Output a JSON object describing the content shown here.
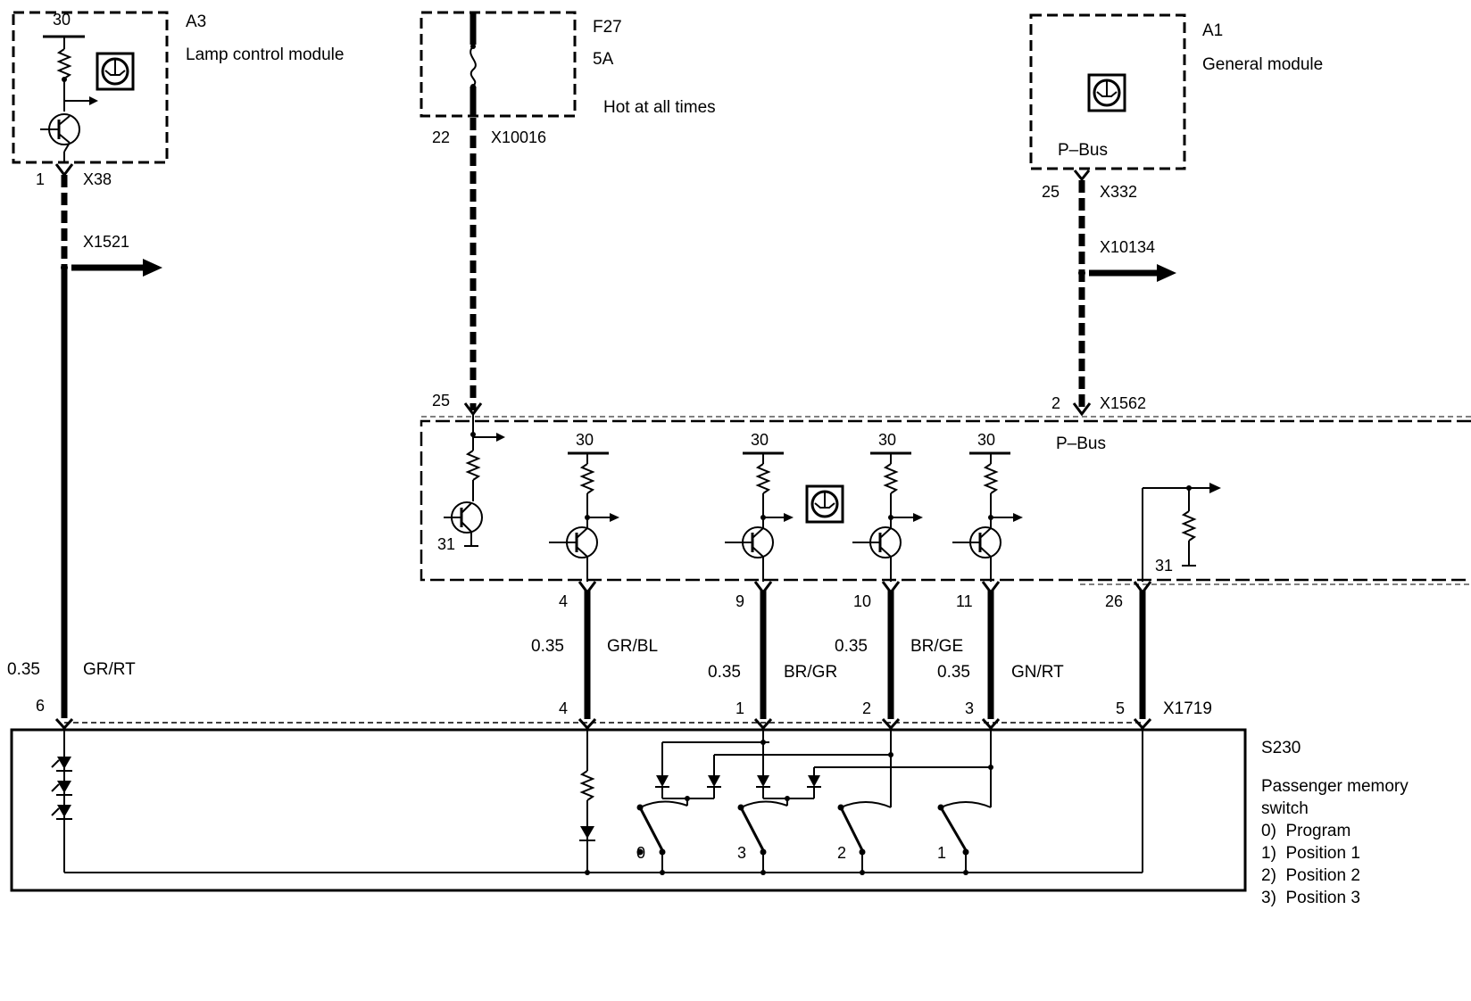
{
  "modules": {
    "a3": {
      "id": "A3",
      "name": "Lamp control module",
      "pin_30": "30",
      "pin_out": "1",
      "connector": "X38"
    },
    "f27": {
      "id": "F27",
      "rating": "5A",
      "note": "Hot at all times",
      "pin": "22",
      "connector": "X10016"
    },
    "a1": {
      "id": "A1",
      "name": "General module",
      "bus": "P–Bus",
      "pin": "25",
      "connector": "X332"
    },
    "main": {
      "pin_in": "25",
      "pin_bus": "2",
      "connector_bus": "X1562",
      "bus": "P–Bus",
      "pin_31a": "31",
      "pin_31b": "31",
      "supply": [
        "30",
        "30",
        "30",
        "30"
      ]
    },
    "s230": {
      "id": "S230",
      "name_line1": "Passenger memory",
      "name_line2": "switch",
      "positions": [
        "0)  Program",
        "1)  Position 1",
        "2)  Position 2",
        "3)  Position 3"
      ],
      "switch_nums": [
        "0",
        "3",
        "2",
        "1"
      ]
    }
  },
  "splices": {
    "x1521": "X1521",
    "x10134": "X10134"
  },
  "wires": [
    {
      "top_pin": "1",
      "bottom_pin": "6",
      "gauge": "0.35",
      "color": "GR/RT"
    },
    {
      "top_pin": "4",
      "bottom_pin": "4",
      "gauge": "0.35",
      "color": "GR/BL"
    },
    {
      "top_pin": "9",
      "bottom_pin": "1",
      "gauge": "0.35",
      "color": "BR/GR"
    },
    {
      "top_pin": "10",
      "bottom_pin": "2",
      "gauge": "0.35",
      "color": "BR/GE"
    },
    {
      "top_pin": "11",
      "bottom_pin": "3",
      "gauge": "0.35",
      "color": "GN/RT"
    },
    {
      "top_pin": "26",
      "bottom_pin": "5",
      "gauge": "",
      "color": ""
    }
  ],
  "connector_bottom": "X1719"
}
